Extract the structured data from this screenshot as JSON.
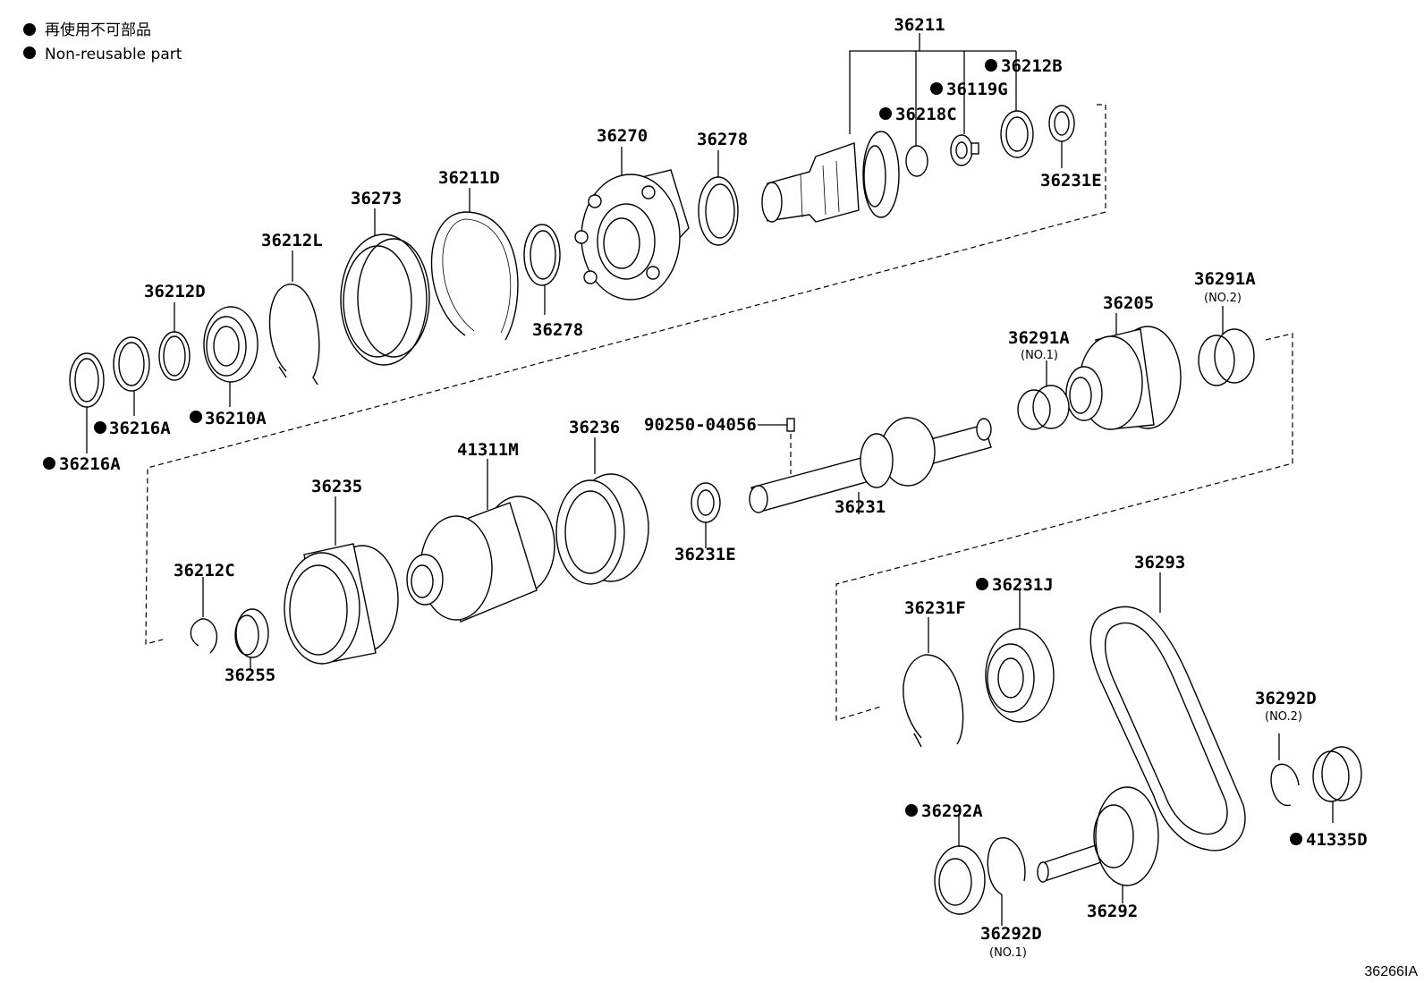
{
  "legend": {
    "line1": "再使用不可部品",
    "line2": "Non-reusable part"
  },
  "figure_id": "36266IA",
  "labels": {
    "p36211": "36211",
    "p36212B": "36212B",
    "p36119G": "36119G",
    "p36218C": "36218C",
    "p36231E_top": "36231E",
    "p36270": "36270",
    "p36278_top": "36278",
    "p36211D": "36211D",
    "p36273": "36273",
    "p36212L": "36212L",
    "p36212D": "36212D",
    "p36278_low": "36278",
    "p36210A": "36210A",
    "p36216A_1": "36216A",
    "p36216A_2": "36216A",
    "p36291A_no2": "36291A",
    "no2_a": "(NO.2)",
    "p36205": "36205",
    "p36291A_no1": "36291A",
    "no1_a": "(NO.1)",
    "p90250": "90250-04056",
    "p36236": "36236",
    "p41311M": "41311M",
    "p36235": "36235",
    "p36231": "36231",
    "p36231E_mid": "36231E",
    "p36212C": "36212C",
    "p36255": "36255",
    "p36293": "36293",
    "p36231J": "36231J",
    "p36231F": "36231F",
    "p36292D_no2": "36292D",
    "no2_b": "(NO.2)",
    "p36292A": "36292A",
    "p41335D": "41335D",
    "p36292": "36292",
    "p36292D_no1": "36292D",
    "no1_b": "(NO.1)"
  }
}
